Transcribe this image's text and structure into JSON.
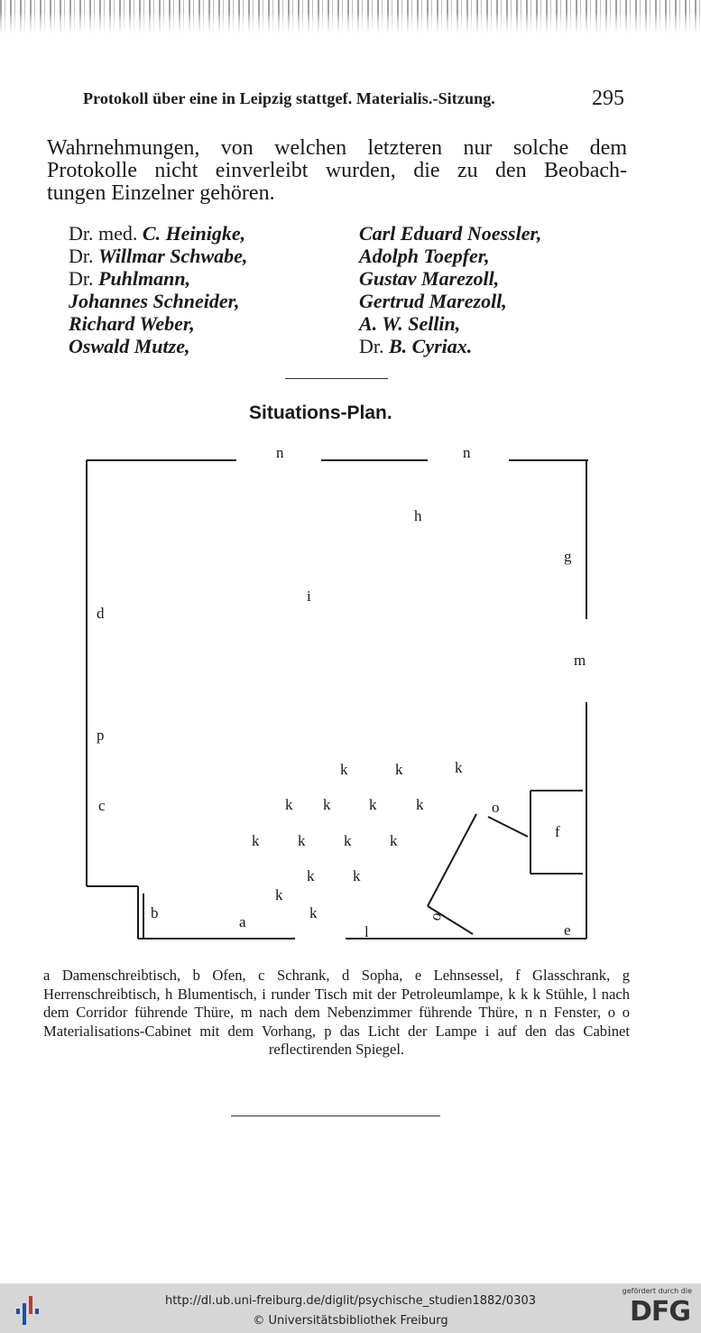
{
  "header": {
    "running_title": "Protokoll über eine in Leipzig stattgef. Materialis.-Sitzung.",
    "page_number": "295"
  },
  "paragraph": {
    "lines": [
      "Wahrnehmungen, von welchen letzteren nur solche dem",
      "Protokolle nicht einverleibt wurden, die zu den Beobach-",
      "tungen Einzelner gehören."
    ]
  },
  "signatures": {
    "left": [
      {
        "prefix": "Dr. med. ",
        "name": "C. Heinigke,"
      },
      {
        "prefix": "Dr. ",
        "name": "Willmar Schwabe,"
      },
      {
        "prefix": "Dr. ",
        "name": "Puhlmann,"
      },
      {
        "prefix": "",
        "name": "Johannes Schneider,"
      },
      {
        "prefix": "",
        "name": "Richard Weber,"
      },
      {
        "prefix": "",
        "name": "Oswald Mutze,"
      }
    ],
    "right": [
      {
        "prefix": "",
        "name": "Carl Eduard Noessler,"
      },
      {
        "prefix": "",
        "name": "Adolph Toepfer,"
      },
      {
        "prefix": "",
        "name": "Gustav Marezoll,"
      },
      {
        "prefix": "",
        "name": "Gertrud Marezoll,"
      },
      {
        "prefix": "",
        "name": "A. W. Sellin,"
      },
      {
        "prefix": "Dr. ",
        "name": "B. Cyriax."
      }
    ]
  },
  "plan": {
    "title": "Situations-Plan.",
    "labels": {
      "n": "n",
      "h": "h",
      "g": "g",
      "i": "i",
      "d": "d",
      "m": "m",
      "p": "p",
      "c": "c",
      "k": "k",
      "o": "o",
      "f": "f",
      "b": "b",
      "a": "a",
      "l": "l",
      "e": "e"
    }
  },
  "legend": {
    "text": "a Damenschreibtisch, b Ofen, c Schrank, d Sopha, e Lehnsessel, f Glasschrank, g Herrenschreibtisch, h Blumentisch, i runder Tisch mit der Petroleumlampe, k k k Stühle, l nach dem Corridor führende Thüre, m nach dem Nebenzimmer führende Thüre, n n Fenster, o o Materialisations-Cabinet mit dem Vorhang, p das Licht der Lampe i auf den das Cabinet reflectirenden Spiegel."
  },
  "footer": {
    "url": "http://dl.ub.uni-freiburg.de/diglit/psychische_studien1882/0303",
    "copyright": "© Universitätsbibliothek Freiburg",
    "dfg_tagline": "gefördert durch die",
    "dfg_logo_text": "DFG"
  }
}
